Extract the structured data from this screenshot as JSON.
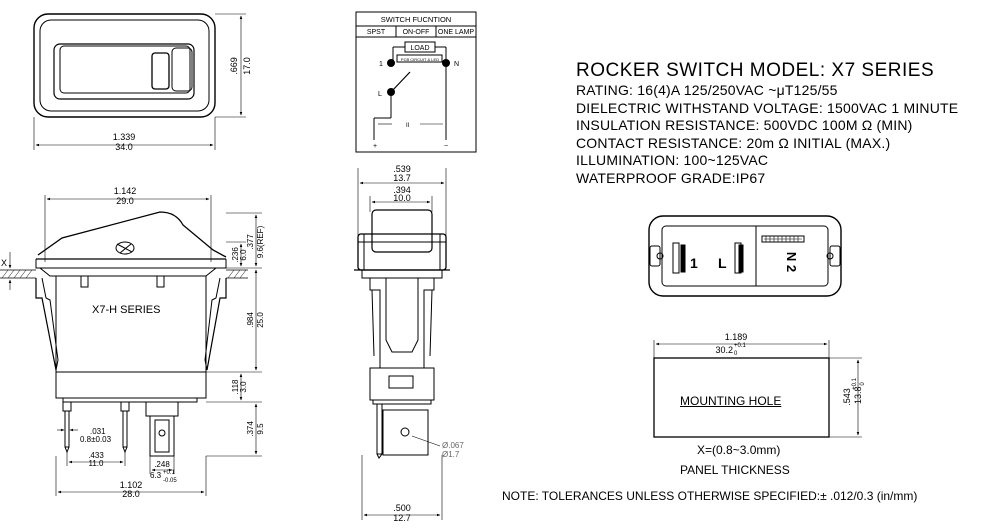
{
  "switch_function_table": {
    "title": "SWITCH FUCNTION",
    "headers": [
      "SPST",
      "ON-OFF",
      "ONE LAMP"
    ],
    "load_label": "LOAD",
    "circuit_label": "PCB CIRCUIT & LED",
    "terminal_1": "1",
    "terminal_n": "N",
    "terminal_l": "L",
    "polarity_plus": "+",
    "polarity_minus": "−",
    "center_mark": "II"
  },
  "front_view": {
    "width_in": "1.339",
    "width_mm": "34.0",
    "height_in": ".669",
    "height_mm": "17.0"
  },
  "side_view": {
    "series_label": "X7-H SERIES",
    "x_mark": "X",
    "top_width_in": "1.142",
    "top_width_mm": "29.0",
    "bottom_width_in": "1.102",
    "bottom_width_mm": "28.0",
    "ref_in": ".377",
    "ref_mm": "9.6(REF)",
    "rocker_in": ".236",
    "rocker_mm": "6.0",
    "body_in": ".984",
    "body_mm": "25.0",
    "step_in": ".118",
    "step_mm": "3.0",
    "terminal_in": ".374",
    "terminal_mm": "9.5",
    "pin_thk_in": ".031",
    "pin_thk_mm": "0.8±0.03",
    "pin_pitch_in": ".433",
    "pin_pitch_mm": "11.0",
    "tab_in": ".248",
    "tab_mm_base": "6.3",
    "tab_tol_plus": "+0.1",
    "tab_tol_minus": "-0.05"
  },
  "end_view": {
    "outer_in": ".539",
    "outer_mm": "13.7",
    "inner_in": ".394",
    "inner_mm": "10.0",
    "bottom_in": ".500",
    "bottom_mm": "12.7",
    "hole_in": "Ø.067",
    "hole_mm": "Ø1.7"
  },
  "specs": {
    "title": "ROCKER SWITCH MODEL: X7 SERIES",
    "lines": [
      "RATING: 16(4)A 125/250VAC ~μT125/55",
      "DIELECTRIC WITHSTAND VOLTAGE: 1500VAC 1 MINUTE",
      "INSULATION RESISTANCE: 500VDC 100M Ω  (MIN)",
      "CONTACT RESISTANCE: 20m Ω INITIAL  (MAX.)",
      "ILLUMINATION: 100~125VAC",
      "WATERPROOF  GRADE:IP67"
    ]
  },
  "bottom_view": {
    "label_1": "1",
    "label_l": "L",
    "label_n2": "N 2"
  },
  "mounting_hole": {
    "label": "MOUNTING HOLE",
    "width_in": "1.189",
    "width_mm_base": "30.2",
    "width_tol_plus": "+0.1",
    "width_tol_minus": "0",
    "height_in": ".543",
    "height_mm_base": "13.8",
    "height_tol_plus": "+0.1",
    "height_tol_minus": "0"
  },
  "panel": {
    "thickness": "X=(0.8~3.0mm)",
    "label": "PANEL THICKNESS"
  },
  "note": "NOTE: TOLERANCES UNLESS OTHERWISE SPECIFIED:± .012/0.3 (in/mm)"
}
